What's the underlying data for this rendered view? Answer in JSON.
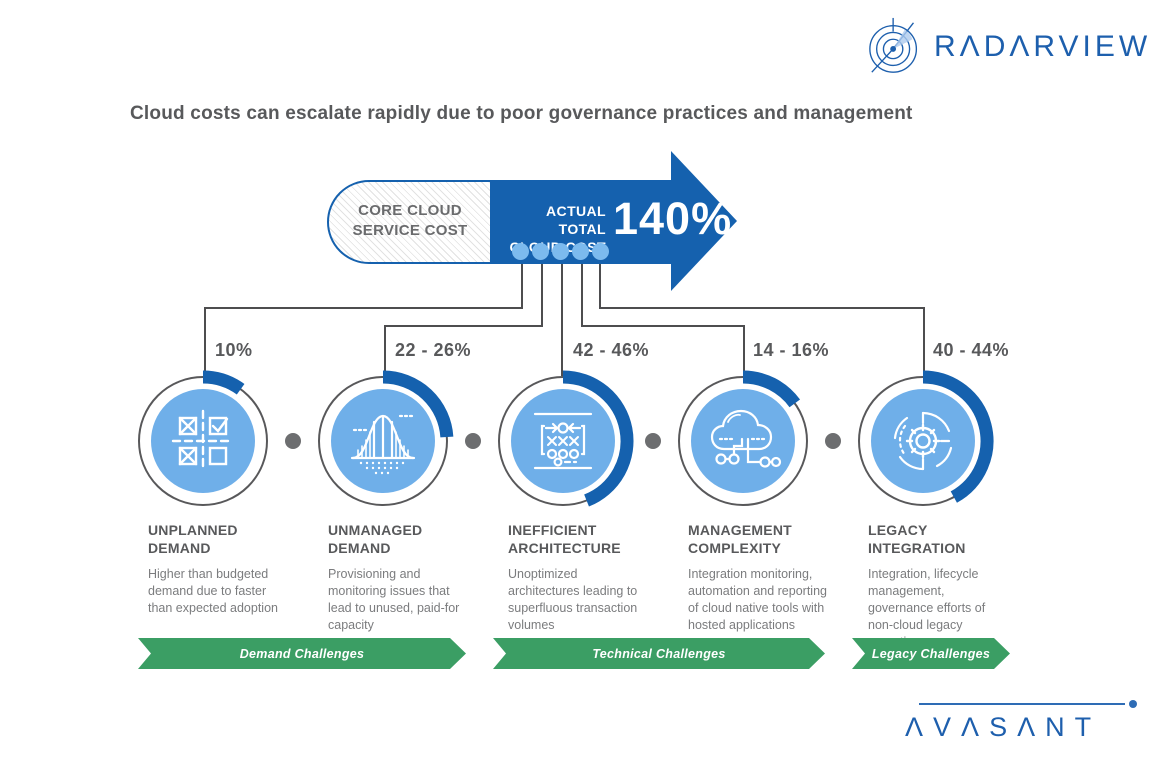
{
  "brand": {
    "radarview": "RADARVIEW",
    "radarview_display": "RΛDΛRVIEW",
    "radarview_tm": "™",
    "avasant": "AVASANT",
    "avasant_display": "ΛVΛSΛNT"
  },
  "title": "Cloud costs can escalate rapidly due to poor governance practices and management",
  "flow": {
    "pill_label": "CORE CLOUD SERVICE COST",
    "arrow_label_line1": "ACTUAL TOTAL",
    "arrow_label_line2": "CLOUD COST",
    "arrow_value": "140%",
    "dot_count": 5
  },
  "colors": {
    "primary_blue": "#1561ae",
    "light_blue": "#6fafe9",
    "dot_blue": "#7cbaee",
    "text_gray": "#58595b",
    "body_gray": "#7b7c7e",
    "line_gray": "#4d4d4f",
    "green": "#3b9e64",
    "brand_blue": "#1d5fad"
  },
  "factors": [
    {
      "pct_label": "10%",
      "arc_pct": 10,
      "icon": "quadrant-matrix-icon",
      "title": "UNPLANNED DEMAND",
      "description": "Higher than budgeted demand due to faster than expected adoption"
    },
    {
      "pct_label": "22 - 26%",
      "arc_pct": 24,
      "icon": "bell-curve-icon",
      "title": "UNMANAGED DEMAND",
      "description": "Provisioning and monitoring issues that lead to unused, paid-for capacity"
    },
    {
      "pct_label": "42 - 46%",
      "arc_pct": 44,
      "icon": "strategy-board-icon",
      "title": "INEFFICIENT ARCHITECTURE",
      "description": "Unoptimized architectures leading to superfluous transaction volumes"
    },
    {
      "pct_label": "14 - 16%",
      "arc_pct": 15,
      "icon": "cloud-network-icon",
      "title": "MANAGEMENT COMPLEXITY",
      "description": "Integration monitoring, automation and reporting of cloud native tools with hosted applications"
    },
    {
      "pct_label": "40 - 44%",
      "arc_pct": 42,
      "icon": "gear-ring-icon",
      "title": "LEGACY INTEGRATION",
      "description": "Integration, lifecycle management, governance efforts of non-cloud legacy operations"
    }
  ],
  "challenges": [
    {
      "label": "Demand Challenges"
    },
    {
      "label": "Technical Challenges"
    },
    {
      "label": "Legacy Challenges"
    }
  ]
}
